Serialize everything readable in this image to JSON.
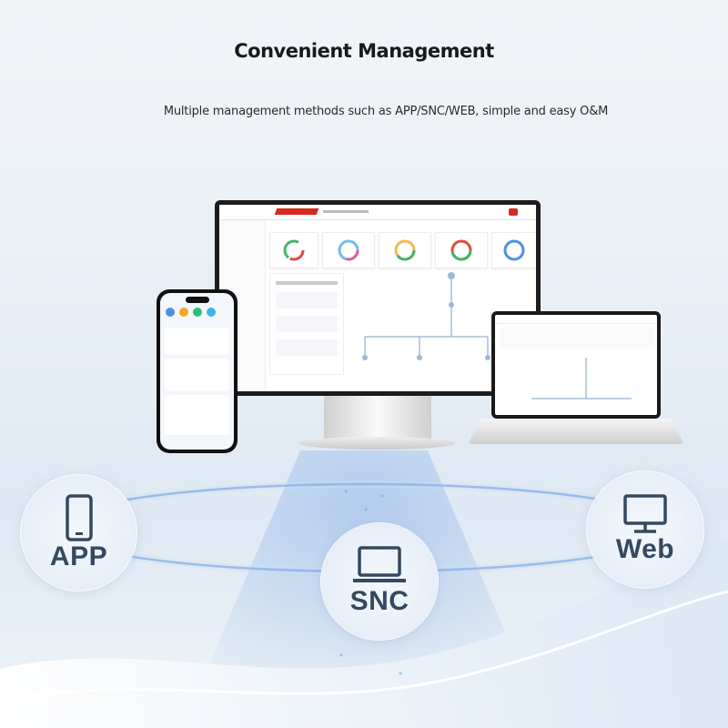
{
  "header": {
    "title": "Convenient Management",
    "subtitle": "Multiple management methods such as APP/SNC/WEB, simple and easy O&M"
  },
  "methods": [
    {
      "label": "APP",
      "icon": "smartphone-icon"
    },
    {
      "label": "SNC",
      "icon": "laptop-icon"
    },
    {
      "label": "Web",
      "icon": "monitor-icon"
    }
  ],
  "colors": {
    "ring_text": "#34495f",
    "accent_blue": "#4f8fe6",
    "brand_red": "#d52b1e"
  }
}
